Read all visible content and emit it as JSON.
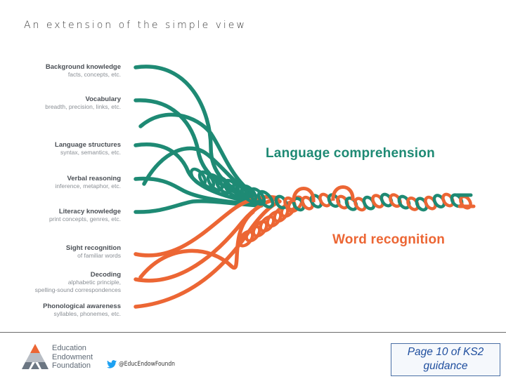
{
  "slide": {
    "title": "An extension of the simple view"
  },
  "language_strands": [
    {
      "title": "Background knowledge",
      "subtitle": "facts, concepts, etc."
    },
    {
      "title": "Vocabulary",
      "subtitle": "breadth, precision, links, etc."
    },
    {
      "title": "Language structures",
      "subtitle": "syntax, semantics, etc."
    },
    {
      "title": "Verbal reasoning",
      "subtitle": "inference, metaphor, etc."
    },
    {
      "title": "Literacy knowledge",
      "subtitle": "print concepts, genres, etc."
    }
  ],
  "word_strands": [
    {
      "title": "Sight recognition",
      "subtitle": "of familiar words",
      "subtitle2": ""
    },
    {
      "title": "Decoding",
      "subtitle": "alphabetic principle,",
      "subtitle2": "spelling-sound correspondences"
    },
    {
      "title": "Phonological awareness",
      "subtitle": "syllables, phonemes, etc.",
      "subtitle2": ""
    }
  ],
  "outcomes": {
    "language_comprehension": "Language comprehension",
    "word_recognition": "Word recognition"
  },
  "colors": {
    "language": "#1e8a74",
    "word": "#ec6634",
    "label_dark": "#4a4f55",
    "label_light": "#8a8f95"
  },
  "footer": {
    "logo_lines": [
      "Education",
      "Endowment",
      "Foundation"
    ],
    "logo_icon": "eef-triangle-logo-icon",
    "twitter_icon": "twitter-bird-icon",
    "twitter_handle": "@EducEndowFoundn",
    "note_line1": "Page 10 of KS2",
    "note_line2": "guidance"
  }
}
